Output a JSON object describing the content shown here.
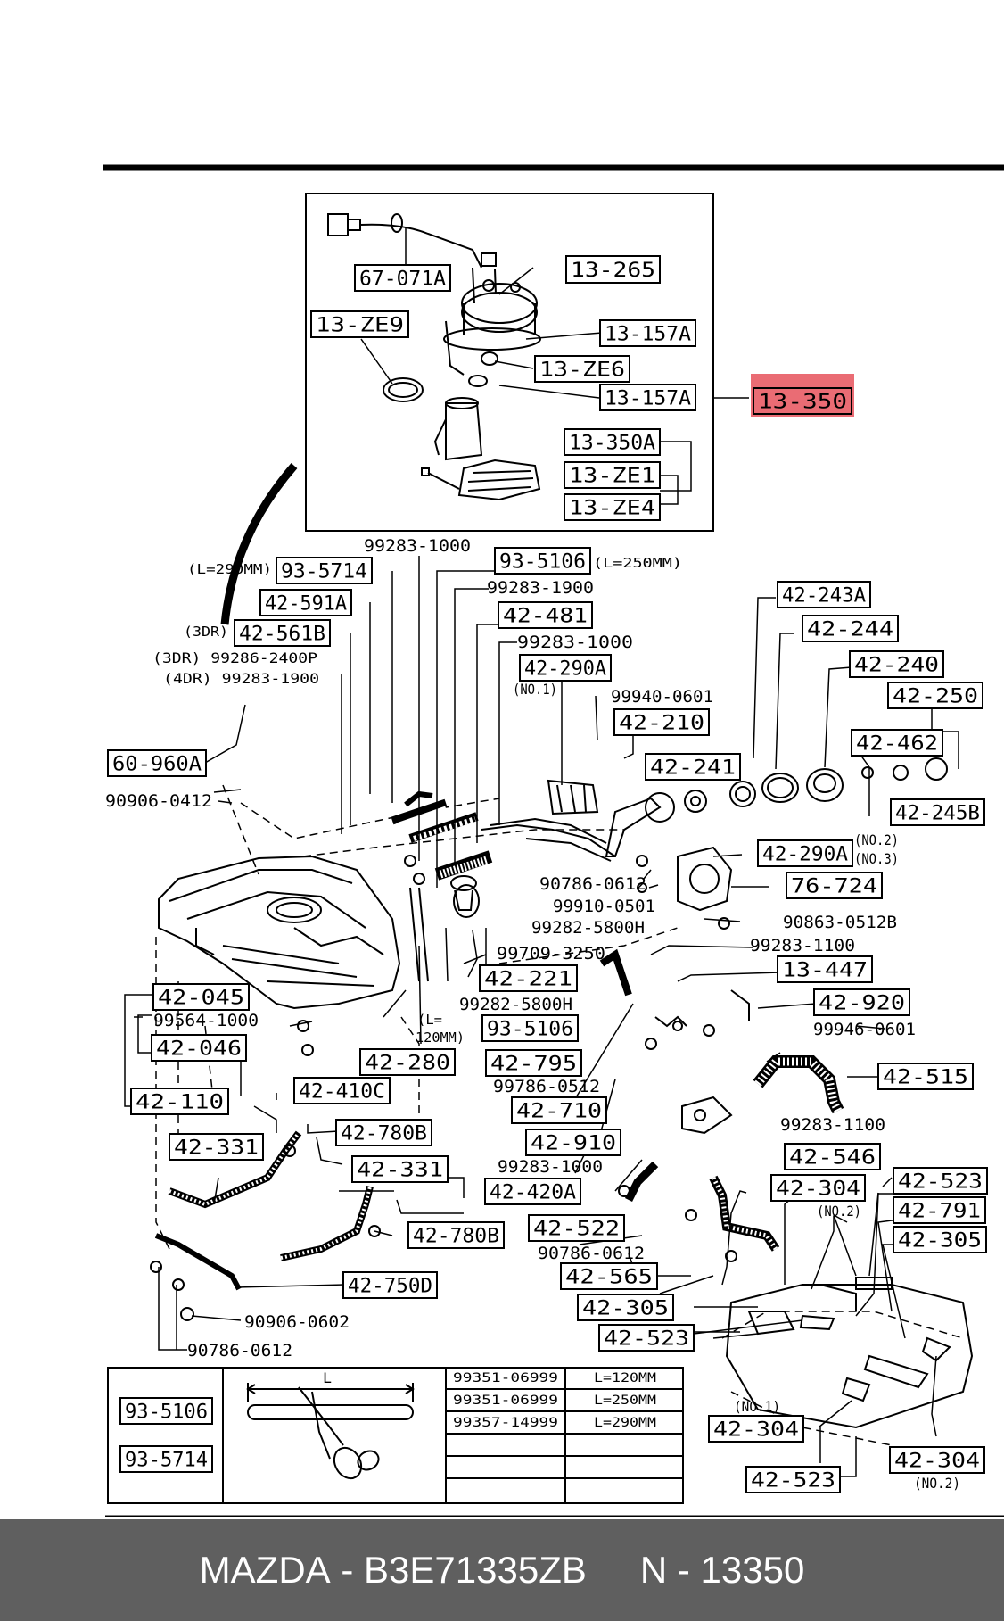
{
  "footer": {
    "brand": "MAZDA",
    "sep": "-",
    "part_number": "B3E71335ZB",
    "code_label": "N - 13350"
  },
  "highlight_color": "#e33b45",
  "callouts": [
    {
      "id": "c-67-071a",
      "text": "67-071A"
    },
    {
      "id": "c-13-265",
      "text": "13-265"
    },
    {
      "id": "c-13-ze9",
      "text": "13-ZE9"
    },
    {
      "id": "c-13-157a-1",
      "text": "13-157A"
    },
    {
      "id": "c-13-ze6",
      "text": "13-ZE6"
    },
    {
      "id": "c-13-157a-2",
      "text": "13-157A"
    },
    {
      "id": "c-13-350",
      "text": "13-350",
      "highlighted": true
    },
    {
      "id": "c-13-350a",
      "text": "13-350A"
    },
    {
      "id": "c-13-ze1",
      "text": "13-ZE1"
    },
    {
      "id": "c-13-ze4",
      "text": "13-ZE4"
    },
    {
      "id": "c-93-5714",
      "text": "93-5714"
    },
    {
      "id": "c-93-5106-top",
      "text": "93-5106"
    },
    {
      "id": "c-42-591a",
      "text": "42-591A"
    },
    {
      "id": "c-42-561b",
      "text": "42-561B"
    },
    {
      "id": "c-42-481",
      "text": "42-481"
    },
    {
      "id": "c-42-290a-1",
      "text": "42-290A"
    },
    {
      "id": "c-42-243a",
      "text": "42-243A"
    },
    {
      "id": "c-42-244",
      "text": "42-244"
    },
    {
      "id": "c-42-240",
      "text": "42-240"
    },
    {
      "id": "c-42-250",
      "text": "42-250"
    },
    {
      "id": "c-42-210",
      "text": "42-210"
    },
    {
      "id": "c-42-241",
      "text": "42-241"
    },
    {
      "id": "c-42-462",
      "text": "42-462"
    },
    {
      "id": "c-42-245b",
      "text": "42-245B"
    },
    {
      "id": "c-60-960a",
      "text": "60-960A"
    },
    {
      "id": "c-42-290a-2",
      "text": "42-290A"
    },
    {
      "id": "c-76-724",
      "text": "76-724"
    },
    {
      "id": "c-42-221",
      "text": "42-221"
    },
    {
      "id": "c-13-447",
      "text": "13-447"
    },
    {
      "id": "c-42-920",
      "text": "42-920"
    },
    {
      "id": "c-42-045",
      "text": "42-045"
    },
    {
      "id": "c-42-046",
      "text": "42-046"
    },
    {
      "id": "c-93-5106-mid",
      "text": "93-5106"
    },
    {
      "id": "c-42-280",
      "text": "42-280"
    },
    {
      "id": "c-42-795",
      "text": "42-795"
    },
    {
      "id": "c-42-515",
      "text": "42-515"
    },
    {
      "id": "c-42-110",
      "text": "42-110"
    },
    {
      "id": "c-42-410c",
      "text": "42-410C"
    },
    {
      "id": "c-42-710",
      "text": "42-710"
    },
    {
      "id": "c-42-331-1",
      "text": "42-331"
    },
    {
      "id": "c-42-780b-1",
      "text": "42-780B"
    },
    {
      "id": "c-42-910",
      "text": "42-910"
    },
    {
      "id": "c-42-331-2",
      "text": "42-331"
    },
    {
      "id": "c-42-420a",
      "text": "42-420A"
    },
    {
      "id": "c-42-546",
      "text": "42-546"
    },
    {
      "id": "c-42-304-1",
      "text": "42-304"
    },
    {
      "id": "c-42-523-1",
      "text": "42-523"
    },
    {
      "id": "c-42-791",
      "text": "42-791"
    },
    {
      "id": "c-42-780b-2",
      "text": "42-780B"
    },
    {
      "id": "c-42-522",
      "text": "42-522"
    },
    {
      "id": "c-42-305-1",
      "text": "42-305"
    },
    {
      "id": "c-42-750d",
      "text": "42-750D"
    },
    {
      "id": "c-42-565",
      "text": "42-565"
    },
    {
      "id": "c-42-305-2",
      "text": "42-305"
    },
    {
      "id": "c-42-523-2",
      "text": "42-523"
    },
    {
      "id": "c-42-304-2",
      "text": "42-304"
    },
    {
      "id": "c-42-523-3",
      "text": "42-523"
    },
    {
      "id": "c-42-304-3",
      "text": "42-304"
    },
    {
      "id": "c-93-5106-tbl",
      "text": "93-5106"
    },
    {
      "id": "c-93-5714-tbl",
      "text": "93-5714"
    }
  ],
  "labels": [
    {
      "id": "l-99283-1000-a",
      "text": "99283-1000"
    },
    {
      "id": "l-l290",
      "text": "(L=290MM)"
    },
    {
      "id": "l-l250",
      "text": "(L=250MM)"
    },
    {
      "id": "l-99283-1900-a",
      "text": "99283-1900"
    },
    {
      "id": "l-3dr",
      "text": "(3DR)"
    },
    {
      "id": "l-99283-1000-b",
      "text": "99283-1000"
    },
    {
      "id": "l-3dr-2400p",
      "text": "(3DR) 99286-2400P"
    },
    {
      "id": "l-4dr-1900",
      "text": "(4DR) 99283-1900"
    },
    {
      "id": "l-no1-a",
      "text": "(NO.1)"
    },
    {
      "id": "l-99940-0601",
      "text": "99940-0601"
    },
    {
      "id": "l-90906-0412",
      "text": "90906-0412"
    },
    {
      "id": "l-no2",
      "text": "(NO.2)"
    },
    {
      "id": "l-no3",
      "text": "(NO.3)"
    },
    {
      "id": "l-90786-0612-a",
      "text": "90786-0612"
    },
    {
      "id": "l-99910-0501",
      "text": "99910-0501"
    },
    {
      "id": "l-90863-0512b",
      "text": "90863-0512B"
    },
    {
      "id": "l-99282-5800h-a",
      "text": "99282-5800H"
    },
    {
      "id": "l-99709-3250",
      "text": "99709-3250"
    },
    {
      "id": "l-99283-1100-a",
      "text": "99283-1100"
    },
    {
      "id": "l-99564-1000",
      "text": "99564-1000"
    },
    {
      "id": "l-99282-5800h-b",
      "text": "99282-5800H"
    },
    {
      "id": "l-99946-0601",
      "text": "99946-0601"
    },
    {
      "id": "l-l120-a",
      "text": "(L="
    },
    {
      "id": "l-l120-b",
      "text": "120MM)"
    },
    {
      "id": "l-99786-0512",
      "text": "99786-0512"
    },
    {
      "id": "l-99283-1100-b",
      "text": "99283-1100"
    },
    {
      "id": "l-99283-1000-c",
      "text": "99283-1000"
    },
    {
      "id": "l-no2-b",
      "text": "(NO.2)"
    },
    {
      "id": "l-90786-0612-b",
      "text": "90786-0612"
    },
    {
      "id": "l-90906-0602",
      "text": "90906-0602"
    },
    {
      "id": "l-90786-0612-c",
      "text": "90786-0612"
    },
    {
      "id": "l-no1-b",
      "text": "(NO.1)"
    },
    {
      "id": "l-no2-c",
      "text": "(NO.2)"
    },
    {
      "id": "l-L",
      "text": "L"
    }
  ],
  "hose_table": [
    {
      "part": "99351-06999",
      "length": "L=120MM"
    },
    {
      "part": "99351-06999",
      "length": "L=250MM"
    },
    {
      "part": "99357-14999",
      "length": "L=290MM"
    }
  ]
}
